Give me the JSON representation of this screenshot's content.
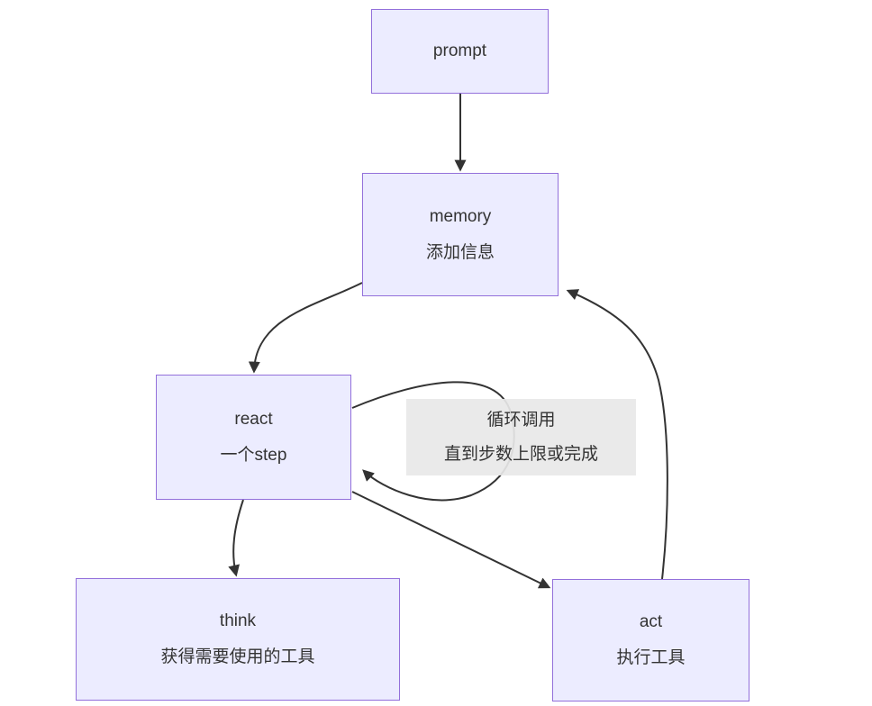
{
  "diagram": {
    "type": "flowchart",
    "colors": {
      "node_fill": "#ECECFF",
      "node_border": "#9370DB",
      "edge": "#333333",
      "text": "#333333",
      "label_bg": "rgba(232,232,232,0.92)"
    },
    "nodes": {
      "prompt": {
        "label": "prompt",
        "sublabel": ""
      },
      "memory": {
        "label": "memory",
        "sublabel": "添加信息"
      },
      "react": {
        "label": "react",
        "sublabel": "一个step"
      },
      "think": {
        "label": "think",
        "sublabel": "获得需要使用的工具"
      },
      "act": {
        "label": "act",
        "sublabel": "执行工具"
      }
    },
    "loop_label": {
      "line1": "循环调用",
      "line2": "直到步数上限或完成"
    },
    "edges": [
      {
        "from": "prompt",
        "to": "memory"
      },
      {
        "from": "memory",
        "to": "react"
      },
      {
        "from": "react",
        "to": "react",
        "label": "循环调用 直到步数上限或完成"
      },
      {
        "from": "react",
        "to": "think"
      },
      {
        "from": "react",
        "to": "act"
      },
      {
        "from": "act",
        "to": "memory"
      }
    ]
  }
}
